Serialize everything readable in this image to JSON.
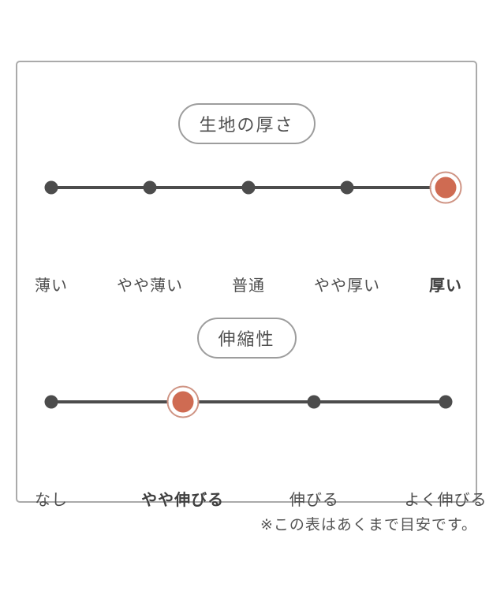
{
  "colors": {
    "background": "#ffffff",
    "panel_border": "#aaaaaa",
    "line_and_dots": "#4c4c4c",
    "accent_selected": "#cf6b52",
    "accent_ring": "#cf9484",
    "label_text": "#4d4d4d"
  },
  "chart_data": [
    {
      "type": "scale",
      "title": "生地の厚さ",
      "categories": [
        "薄い",
        "やや薄い",
        "普通",
        "やや厚い",
        "厚い"
      ],
      "selected_index": 4,
      "selected_value": "厚い",
      "legend_position": "none",
      "grid": false
    },
    {
      "type": "scale",
      "title": "伸縮性",
      "categories": [
        "なし",
        "やや伸びる",
        "伸びる",
        "よく伸びる"
      ],
      "selected_index": 1,
      "selected_value": "やや伸びる",
      "legend_position": "none",
      "grid": false
    }
  ],
  "footnote": "※この表はあくまで目安です。"
}
